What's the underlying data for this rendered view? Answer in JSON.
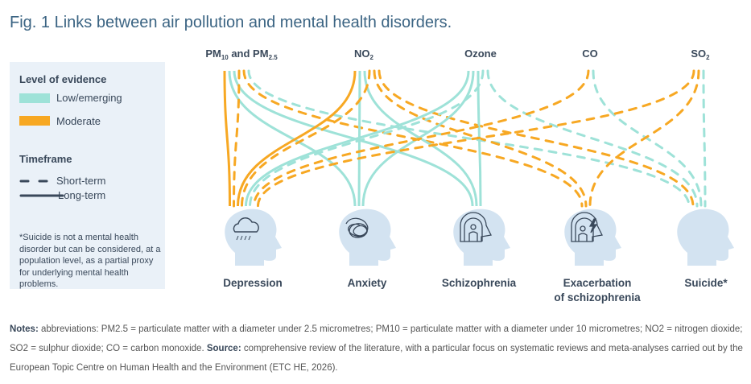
{
  "title": "Fig. 1 Links between air pollution and mental health disorders.",
  "legend": {
    "evidence_heading": "Level of evidence",
    "low": "Low/emerging",
    "moderate": "Moderate",
    "timeframe_heading": "Timeframe",
    "short": "Short-term",
    "long": "Long-term",
    "footnote": "*Suicide is not a mental health disorder but can be considered, at a population level, as a partial proxy for underlying mental health problems."
  },
  "colors": {
    "low": "#9ee2d8",
    "moderate": "#f7a823",
    "head": "#d3e3f1"
  },
  "pollutants": [
    {
      "id": "pm",
      "a": "PM",
      "a_sub": "10",
      "b": " and PM",
      "b_sub": "2.5"
    },
    {
      "id": "no2",
      "a": "NO",
      "a_sub": "2"
    },
    {
      "id": "ozone",
      "a": "Ozone"
    },
    {
      "id": "co",
      "a": "CO"
    },
    {
      "id": "so2",
      "a": "SO",
      "a_sub": "2"
    }
  ],
  "outcomes": [
    {
      "id": "depression",
      "l1": "Depression"
    },
    {
      "id": "anxiety",
      "l1": "Anxiety"
    },
    {
      "id": "schizophrenia",
      "l1": "Schizophrenia"
    },
    {
      "id": "exacerbation",
      "l1": "Exacerbation",
      "l2": "of schizophrenia"
    },
    {
      "id": "suicide",
      "l1": "Suicide*"
    }
  ],
  "links": [
    {
      "from": "pm",
      "to": "depression",
      "evidence": "moderate",
      "timeframe": "long"
    },
    {
      "from": "pm",
      "to": "anxiety",
      "evidence": "low",
      "timeframe": "long"
    },
    {
      "from": "pm",
      "to": "schizophrenia",
      "evidence": "low",
      "timeframe": "long"
    },
    {
      "from": "pm",
      "to": "depression",
      "evidence": "moderate",
      "timeframe": "short"
    },
    {
      "from": "pm",
      "to": "exacerbation",
      "evidence": "moderate",
      "timeframe": "short"
    },
    {
      "from": "pm",
      "to": "suicide",
      "evidence": "low",
      "timeframe": "short"
    },
    {
      "from": "no2",
      "to": "depression",
      "evidence": "moderate",
      "timeframe": "long"
    },
    {
      "from": "no2",
      "to": "anxiety",
      "evidence": "low",
      "timeframe": "long"
    },
    {
      "from": "no2",
      "to": "schizophrenia",
      "evidence": "low",
      "timeframe": "long"
    },
    {
      "from": "no2",
      "to": "depression",
      "evidence": "moderate",
      "timeframe": "short"
    },
    {
      "from": "no2",
      "to": "exacerbation",
      "evidence": "moderate",
      "timeframe": "short"
    },
    {
      "from": "no2",
      "to": "suicide",
      "evidence": "moderate",
      "timeframe": "short"
    },
    {
      "from": "ozone",
      "to": "depression",
      "evidence": "low",
      "timeframe": "long"
    },
    {
      "from": "ozone",
      "to": "anxiety",
      "evidence": "low",
      "timeframe": "long"
    },
    {
      "from": "ozone",
      "to": "schizophrenia",
      "evidence": "low",
      "timeframe": "long"
    },
    {
      "from": "ozone",
      "to": "depression",
      "evidence": "low",
      "timeframe": "short"
    },
    {
      "from": "ozone",
      "to": "suicide",
      "evidence": "low",
      "timeframe": "short"
    },
    {
      "from": "co",
      "to": "depression",
      "evidence": "moderate",
      "timeframe": "short"
    },
    {
      "from": "co",
      "to": "suicide",
      "evidence": "low",
      "timeframe": "short"
    },
    {
      "from": "so2",
      "to": "depression",
      "evidence": "moderate",
      "timeframe": "short"
    },
    {
      "from": "so2",
      "to": "exacerbation",
      "evidence": "moderate",
      "timeframe": "short"
    },
    {
      "from": "so2",
      "to": "suicide",
      "evidence": "low",
      "timeframe": "short"
    }
  ],
  "notes": {
    "notes_label": "Notes:",
    "notes_text": " abbreviations: PM2.5 = particulate matter with a diameter under 2.5 micrometres; PM10 = particulate matter with a diameter under 10 micrometres; NO2 = nitrogen dioxide; SO2 = sulphur dioxide; CO = carbon monoxide. ",
    "source_label": "Source:",
    "source_text": " comprehensive review of the literature, with a particular focus on systematic reviews and meta-analyses carried out by the European Topic Centre on Human Health and the Environment (ETC HE, 2026)."
  }
}
